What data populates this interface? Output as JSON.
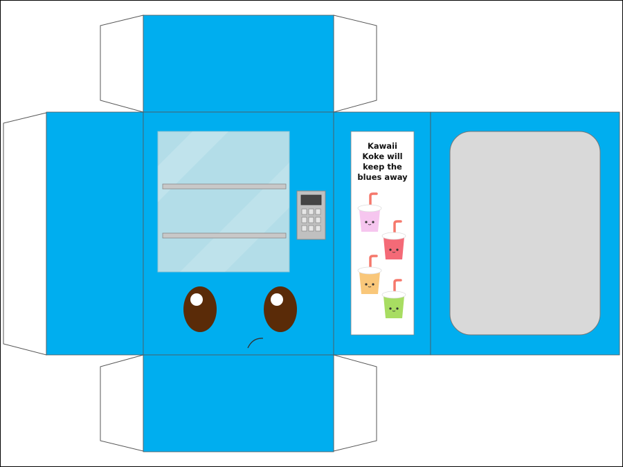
{
  "colors": {
    "box_blue": "#00aeef",
    "outline": "#555555",
    "flap_fill": "#ffffff",
    "glass": "#b3dde8",
    "shelf": "#c8c8c8",
    "keypad": "#c0c0c0",
    "screen": "#444444",
    "eye_brown": "#5a2b08",
    "side_panel": "#d9d9d9"
  },
  "banner": {
    "line1": "Kawaii",
    "line2": "Koke will",
    "line3": "keep the",
    "line4": "blues away"
  },
  "cups": [
    {
      "name": "pink",
      "fill": "#f6c6ef",
      "rim": "#ffffff"
    },
    {
      "name": "red",
      "fill": "#f46a77",
      "rim": "#ffffff"
    },
    {
      "name": "orange",
      "fill": "#f9c77a",
      "rim": "#ffffff"
    },
    {
      "name": "green",
      "fill": "#a8dd62",
      "rim": "#ffffff"
    }
  ],
  "straw_color": "#f5786c"
}
